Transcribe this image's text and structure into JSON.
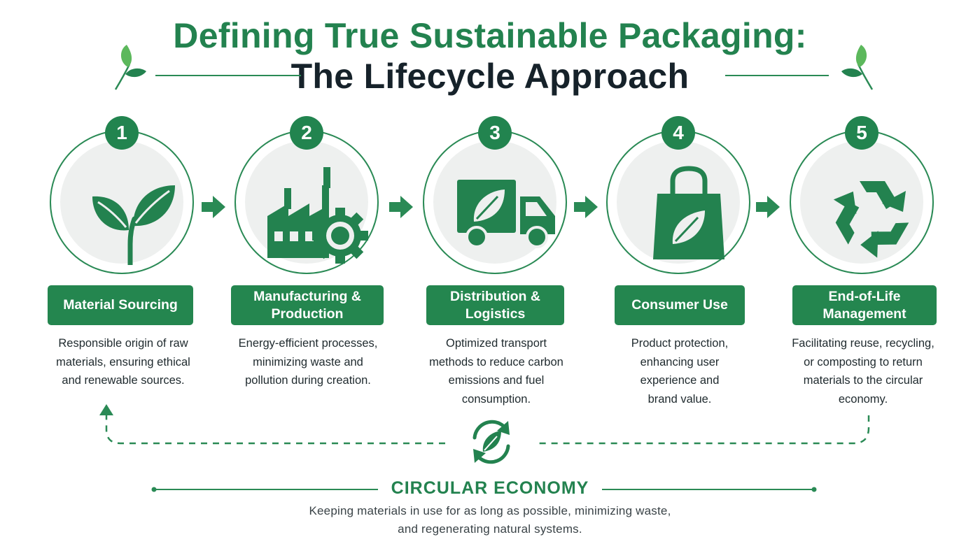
{
  "title": {
    "line1": "Defining True Sustainable Packaging:",
    "line2": "The Lifecycle Approach"
  },
  "colors": {
    "primary_green": "#24864f",
    "dark_text": "#16222a",
    "circle_fill": "#eef0ef",
    "leaf_light": "#5cb85c"
  },
  "steps": [
    {
      "number": "1",
      "icon": "sprout-icon",
      "label": "Material Sourcing",
      "description": "Responsible origin of raw\nmaterials, ensuring ethical\nand renewable sources."
    },
    {
      "number": "2",
      "icon": "factory-gear-icon",
      "label": "Manufacturing &\nProduction",
      "description": "Energy-efficient processes,\nminimizing waste and\npollution during creation."
    },
    {
      "number": "3",
      "icon": "delivery-truck-icon",
      "label": "Distribution &\nLogistics",
      "description": "Optimized transport\nmethods to reduce carbon\nemissions and fuel\nconsumption."
    },
    {
      "number": "4",
      "icon": "shopping-bag-icon",
      "label": "Consumer Use",
      "description": "Product protection,\nenhancing user\nexperience and\nbrand value."
    },
    {
      "number": "5",
      "icon": "recycle-icon",
      "label": "End-of-Life\nManagement",
      "description": "Facilitating reuse, recycling,\nor composting to return\nmaterials to the circular\neconomy."
    }
  ],
  "circular_economy": {
    "title": "CIRCULAR ECONOMY",
    "description": "Keeping materials in use for as long as possible, minimizing waste,\nand regenerating natural systems.",
    "icon": "cycle-leaf-icon"
  }
}
